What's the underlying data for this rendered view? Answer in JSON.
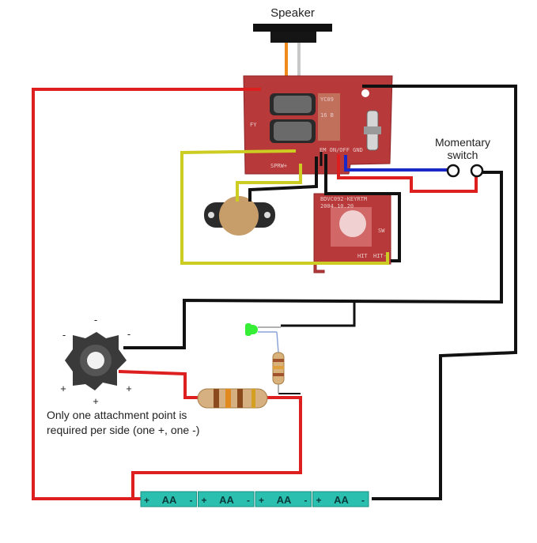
{
  "labels": {
    "speaker": "Speaker",
    "momentary_switch_line1": "Momentary",
    "momentary_switch_line2": "switch",
    "note_line1": "Only one attachment point is",
    "note_line2": "required per side (one +, one -)"
  },
  "pcb_main_text": [
    "YC09",
    "16 B",
    "FY",
    "EM ON/OFF GND",
    "SPRW+"
  ],
  "pcb_small_text": [
    "BDVC092-KEYRTM",
    "2004.10.20",
    "SW",
    "HIT",
    "HIT-"
  ],
  "led_star_marks": {
    "minus_top": "-",
    "minus_left": "-",
    "minus_right": "-",
    "plus_left": "+",
    "plus_bottom": "+",
    "plus_right": "+"
  },
  "battery": {
    "cell_label": "AA",
    "plus": "+",
    "minus": "-",
    "cells": 4
  },
  "colors": {
    "red_wire": "#dd1f1f",
    "black_wire": "#111111",
    "yellow_wire": "#cccc22",
    "blue_wire": "#1a28c8",
    "pcb": "#b8393a",
    "battery": "#2bbfb0",
    "led_green": "#36ee36"
  }
}
